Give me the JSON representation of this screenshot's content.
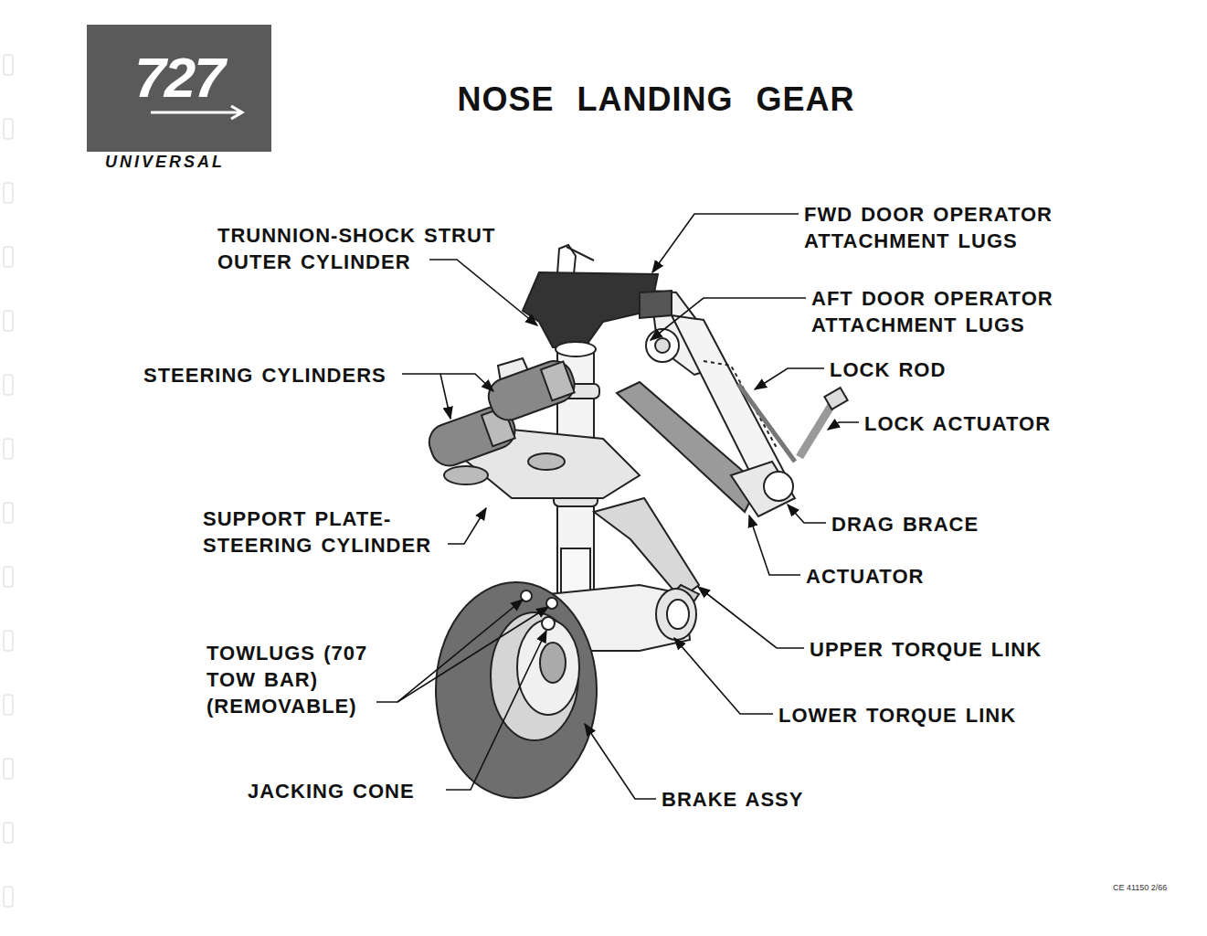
{
  "diagram": {
    "title": "NOSE LANDING GEAR",
    "nodes": [
      {
        "text": [
          "727",
          "UNIVERSAL"
        ]
      }
    ],
    "labels": [
      "TRUNNION-SHOCK STRUT OUTER CYLINDER",
      "FWD DOOR OPERATOR ATTACHMENT LUGS",
      "AFT DOOR OPERATOR ATTACHMENT LUGS",
      "STEERING CYLINDERS",
      "LOCK ROD",
      "LOCK ACTUATOR",
      "SUPPORT PLATE- STEERING CYLINDER",
      "DRAG BRACE",
      "ACTUATOR",
      "UPPER TORQUE LINK",
      "TOWLUGS (707 TOW BAR) (REMOVABLE)",
      "LOWER TORQUE LINK",
      "JACKING CONE",
      "BRAKE ASSY",
      "CE 41150 2/66"
    ]
  }
}
